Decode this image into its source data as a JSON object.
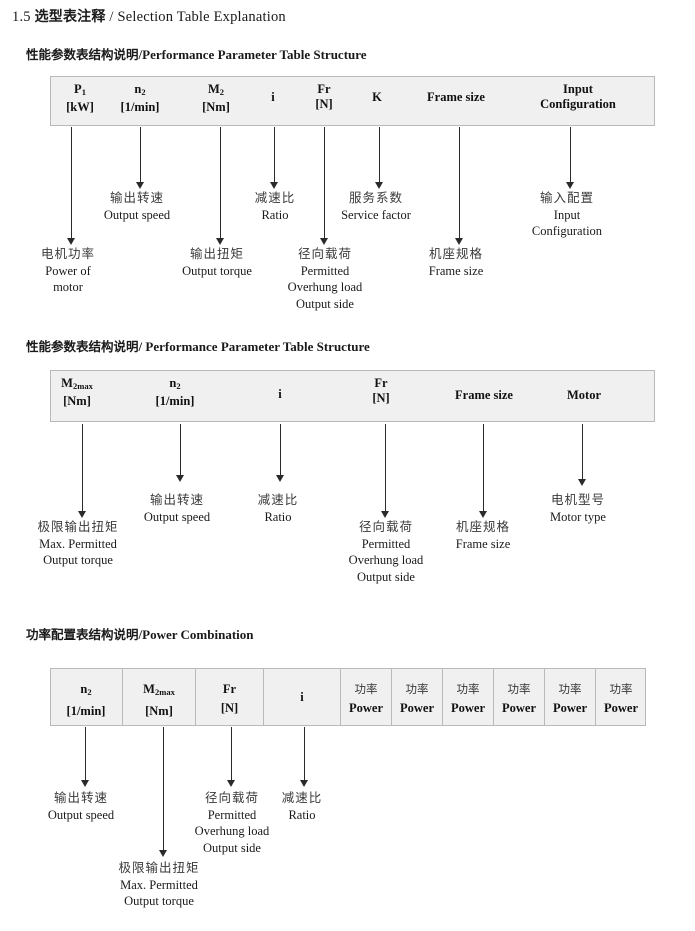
{
  "title": {
    "number": "1.5",
    "cn": "选型表注释",
    "sep": "/",
    "en": "Selection Table Explanation"
  },
  "sections": [
    {
      "heading_cn": "性能参数表结构说明",
      "heading_sep": "/",
      "heading_en": "Performance Parameter Table Structure",
      "columns": [
        {
          "line1": "P",
          "sub1": "1",
          "line2": "[kW]"
        },
        {
          "line1": "n",
          "sub1": "2",
          "line2": "[1/min]"
        },
        {
          "line1": "M",
          "sub1": "2",
          "line2": "[Nm]"
        },
        {
          "line1": "i",
          "sub1": "",
          "line2": ""
        },
        {
          "line1": "Fr",
          "sub1": "",
          "line2": "[N]"
        },
        {
          "line1": "K",
          "sub1": "",
          "line2": ""
        },
        {
          "line1": "Frame size",
          "sub1": "",
          "line2": ""
        },
        {
          "line1": "Input",
          "sub1": "",
          "line2": "Configuration"
        }
      ],
      "callouts": [
        {
          "cn": "电机功率",
          "en1": "Power of",
          "en2": "motor",
          "en3": ""
        },
        {
          "cn": "输出转速",
          "en1": "Output speed",
          "en2": "",
          "en3": ""
        },
        {
          "cn": "输出扭矩",
          "en1": "Output torque",
          "en2": "",
          "en3": ""
        },
        {
          "cn": "减速比",
          "en1": "Ratio",
          "en2": "",
          "en3": ""
        },
        {
          "cn": "径向载荷",
          "en1": "Permitted",
          "en2": "Overhung load",
          "en3": "Output side"
        },
        {
          "cn": "服务系数",
          "en1": "Service factor",
          "en2": "",
          "en3": ""
        },
        {
          "cn": "机座规格",
          "en1": "Frame size",
          "en2": "",
          "en3": ""
        },
        {
          "cn": "输入配置",
          "en1": "Input",
          "en2": "Configuration",
          "en3": ""
        }
      ]
    },
    {
      "heading_cn": "性能参数表结构说明",
      "heading_sep": "/",
      "heading_en": "Performance Parameter Table Structure",
      "columns": [
        {
          "line1": "M",
          "sub1": "2max",
          "line2": "[Nm]"
        },
        {
          "line1": "n",
          "sub1": "2",
          "line2": "[1/min]"
        },
        {
          "line1": "i",
          "sub1": "",
          "line2": ""
        },
        {
          "line1": "Fr",
          "sub1": "",
          "line2": "[N]"
        },
        {
          "line1": "Frame size",
          "sub1": "",
          "line2": ""
        },
        {
          "line1": "Motor",
          "sub1": "",
          "line2": ""
        }
      ],
      "callouts": [
        {
          "cn": "极限输出扭矩",
          "en1": "Max. Permitted",
          "en2": "Output  torque",
          "en3": ""
        },
        {
          "cn": "输出转速",
          "en1": "Output speed",
          "en2": "",
          "en3": ""
        },
        {
          "cn": "减速比",
          "en1": "Ratio",
          "en2": "",
          "en3": ""
        },
        {
          "cn": "径向载荷",
          "en1": "Permitted",
          "en2": "Overhung load",
          "en3": "Output side"
        },
        {
          "cn": "机座规格",
          "en1": "Frame size",
          "en2": "",
          "en3": ""
        },
        {
          "cn": "电机型号",
          "en1": "Motor type",
          "en2": "",
          "en3": ""
        }
      ]
    },
    {
      "heading_cn": "功率配置表结构说明",
      "heading_sep": "/",
      "heading_en": "Power Combination",
      "columns": [
        {
          "line1": "n",
          "sub1": "2",
          "line2": "[1/min]"
        },
        {
          "line1": "M",
          "sub1": "2max",
          "line2": "[Nm]"
        },
        {
          "line1": "Fr",
          "sub1": "",
          "line2": "[N]"
        },
        {
          "line1": "i",
          "sub1": "",
          "line2": ""
        },
        {
          "line1": "功率",
          "sub1": "",
          "line2": "Power"
        },
        {
          "line1": "功率",
          "sub1": "",
          "line2": "Power"
        },
        {
          "line1": "功率",
          "sub1": "",
          "line2": "Power"
        },
        {
          "line1": "功率",
          "sub1": "",
          "line2": "Power"
        },
        {
          "line1": "功率",
          "sub1": "",
          "line2": "Power"
        },
        {
          "line1": "功率",
          "sub1": "",
          "line2": "Power"
        }
      ],
      "callouts": [
        {
          "cn": "输出转速",
          "en1": "Output speed",
          "en2": "",
          "en3": ""
        },
        {
          "cn": "极限输出扭矩",
          "en1": "Max. Permitted",
          "en2": "Output  torque",
          "en3": ""
        },
        {
          "cn": "径向载荷",
          "en1": "Permitted",
          "en2": "Overhung load",
          "en3": "Output side"
        },
        {
          "cn": "减速比",
          "en1": "Ratio",
          "en2": "",
          "en3": ""
        }
      ]
    }
  ],
  "colors": {
    "table_bg": "#f0f0f0",
    "table_border": "#b9b9b9",
    "arrow": "#2a2a2a",
    "text": "#1a1a1a",
    "cn_text": "#3a3a3a"
  }
}
